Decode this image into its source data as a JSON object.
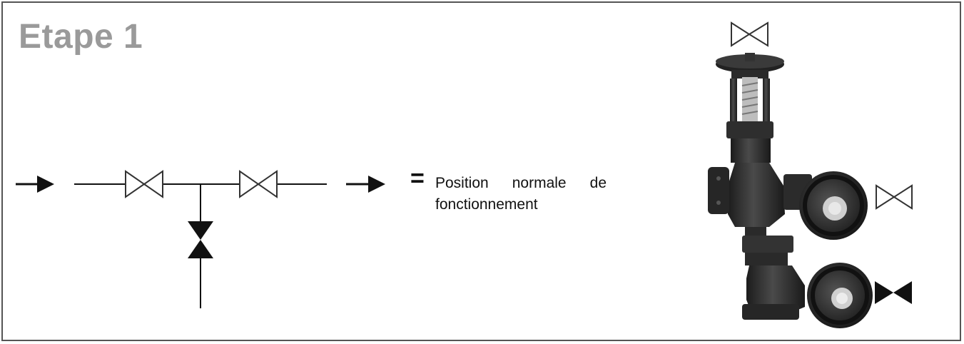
{
  "step": {
    "title": "Etape 1"
  },
  "legend": {
    "equals": "=",
    "caption_line1": "Position normale de",
    "caption_line2": "fonctionnement"
  },
  "valves": {
    "main_left": "open",
    "main_right": "open",
    "branch": "closed",
    "photo_top": "open",
    "photo_side": "open",
    "photo_bottom": "closed"
  },
  "colors": {
    "title": "#9a9a9a",
    "line": "#111111",
    "valve_open_stroke": "#333333",
    "frame": "#555555"
  }
}
